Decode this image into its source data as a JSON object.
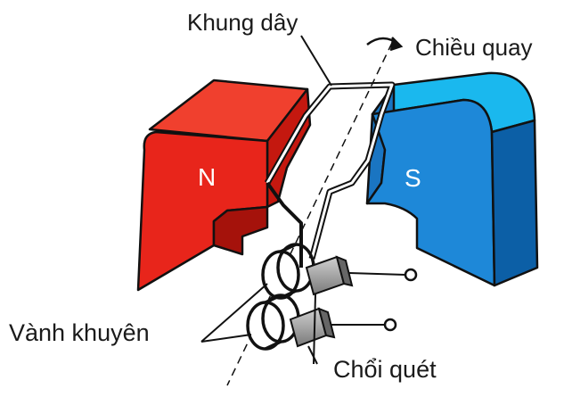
{
  "labels": {
    "coil": "Khung dây",
    "rotation": "Chiều quay",
    "slip_rings": "Vành khuyên",
    "brushes": "Chổi quét"
  },
  "poles": {
    "north": "N",
    "south": "S"
  },
  "colors": {
    "north_front": "#e8251b",
    "north_side": "#a5120b",
    "north_top": "#f0402e",
    "south_front": "#1e88d8",
    "south_side": "#0c5fa6",
    "south_top": "#1ab8ee",
    "outline": "#111111",
    "brush": "#8f8f8f"
  }
}
